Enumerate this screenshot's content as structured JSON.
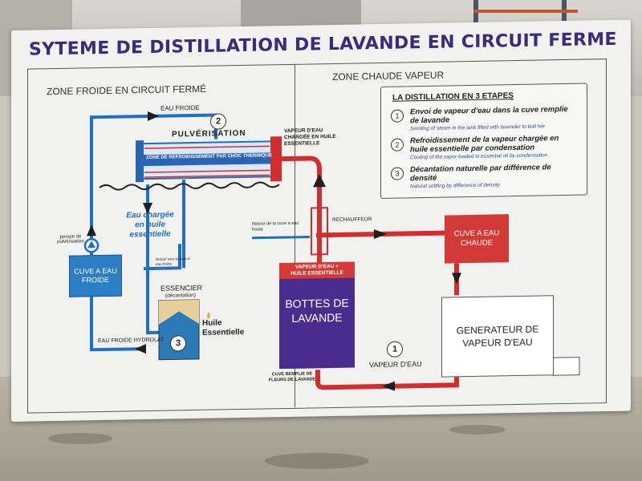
{
  "board": {
    "title": "SYTEME DE DISTILLATION DE LAVANDE EN CIRCUIT FERME",
    "zone_cold": "ZONE FROIDE EN CIRCUIT FERMÉ",
    "zone_hot": "ZONE CHAUDE VAPEUR"
  },
  "info": {
    "title": "LA DISTILLATION EN 3 ETAPES",
    "steps": [
      {
        "num": "1",
        "main": "Envoi de vapeur d'eau dans la cuve remplie de lavande",
        "sub": "Sending of steam in the tank filled with lavender to boil her"
      },
      {
        "num": "2",
        "main": "Refroidissement de la vapeur chargée en huile essentielle par condensation",
        "sub": "Cooling of the vapor loaded in essential oil by condensation"
      },
      {
        "num": "3",
        "main": "Décantation naturelle par différence de densité",
        "sub": "Natural settling by difference of density"
      }
    ]
  },
  "cold": {
    "eau_froide": "EAU FROIDE",
    "step2": "2",
    "pulverisation": "PULVÉRISATION",
    "zone_refroid": "ZONE DE REFROIDISSEMENT PAR CHOC THERMIQUE",
    "eau_chargee": "Eau chargée en huile essentielle",
    "pompe": "pompe de pulvérisation",
    "cuve_eau_froide": "CUVE A EAU FROIDE",
    "retour_small": "Retour vers la cuve à eau froide",
    "essencier": "ESSENCIER",
    "decantation": "(décantation)",
    "step3": "3",
    "huile": "Huile Essentielle",
    "hydrolat": "EAU FROIDE HYDROLAT"
  },
  "hot": {
    "vapeur_chargee": "VAPEUR D'EAU CHARGÉE EN HUILE ESSENTIELLE",
    "retour_cuve": "Retour de la cuve à eau froide",
    "rechauffeur": "RECHAUFFEUR",
    "cuve_chaude": "CUVE A EAU CHAUDE",
    "vapeur_huile": "VAPEUR D'EAU + HUILE ESSENTIELLE",
    "bottes": "BOTTES DE LAVANDE",
    "cuve_remplie": "CUVE REMPLIE DE FLEURS DE LAVANDE",
    "generateur": "GENERATEUR DE VAPEUR D'EAU",
    "step1": "1",
    "vapeur_eau": "VAPEUR D'EAU"
  },
  "colors": {
    "title": "#3c2b78",
    "blue": "#1f6fc2",
    "red": "#d12f2f",
    "purple": "#4a2c8f",
    "red_box": "#d13a36"
  }
}
